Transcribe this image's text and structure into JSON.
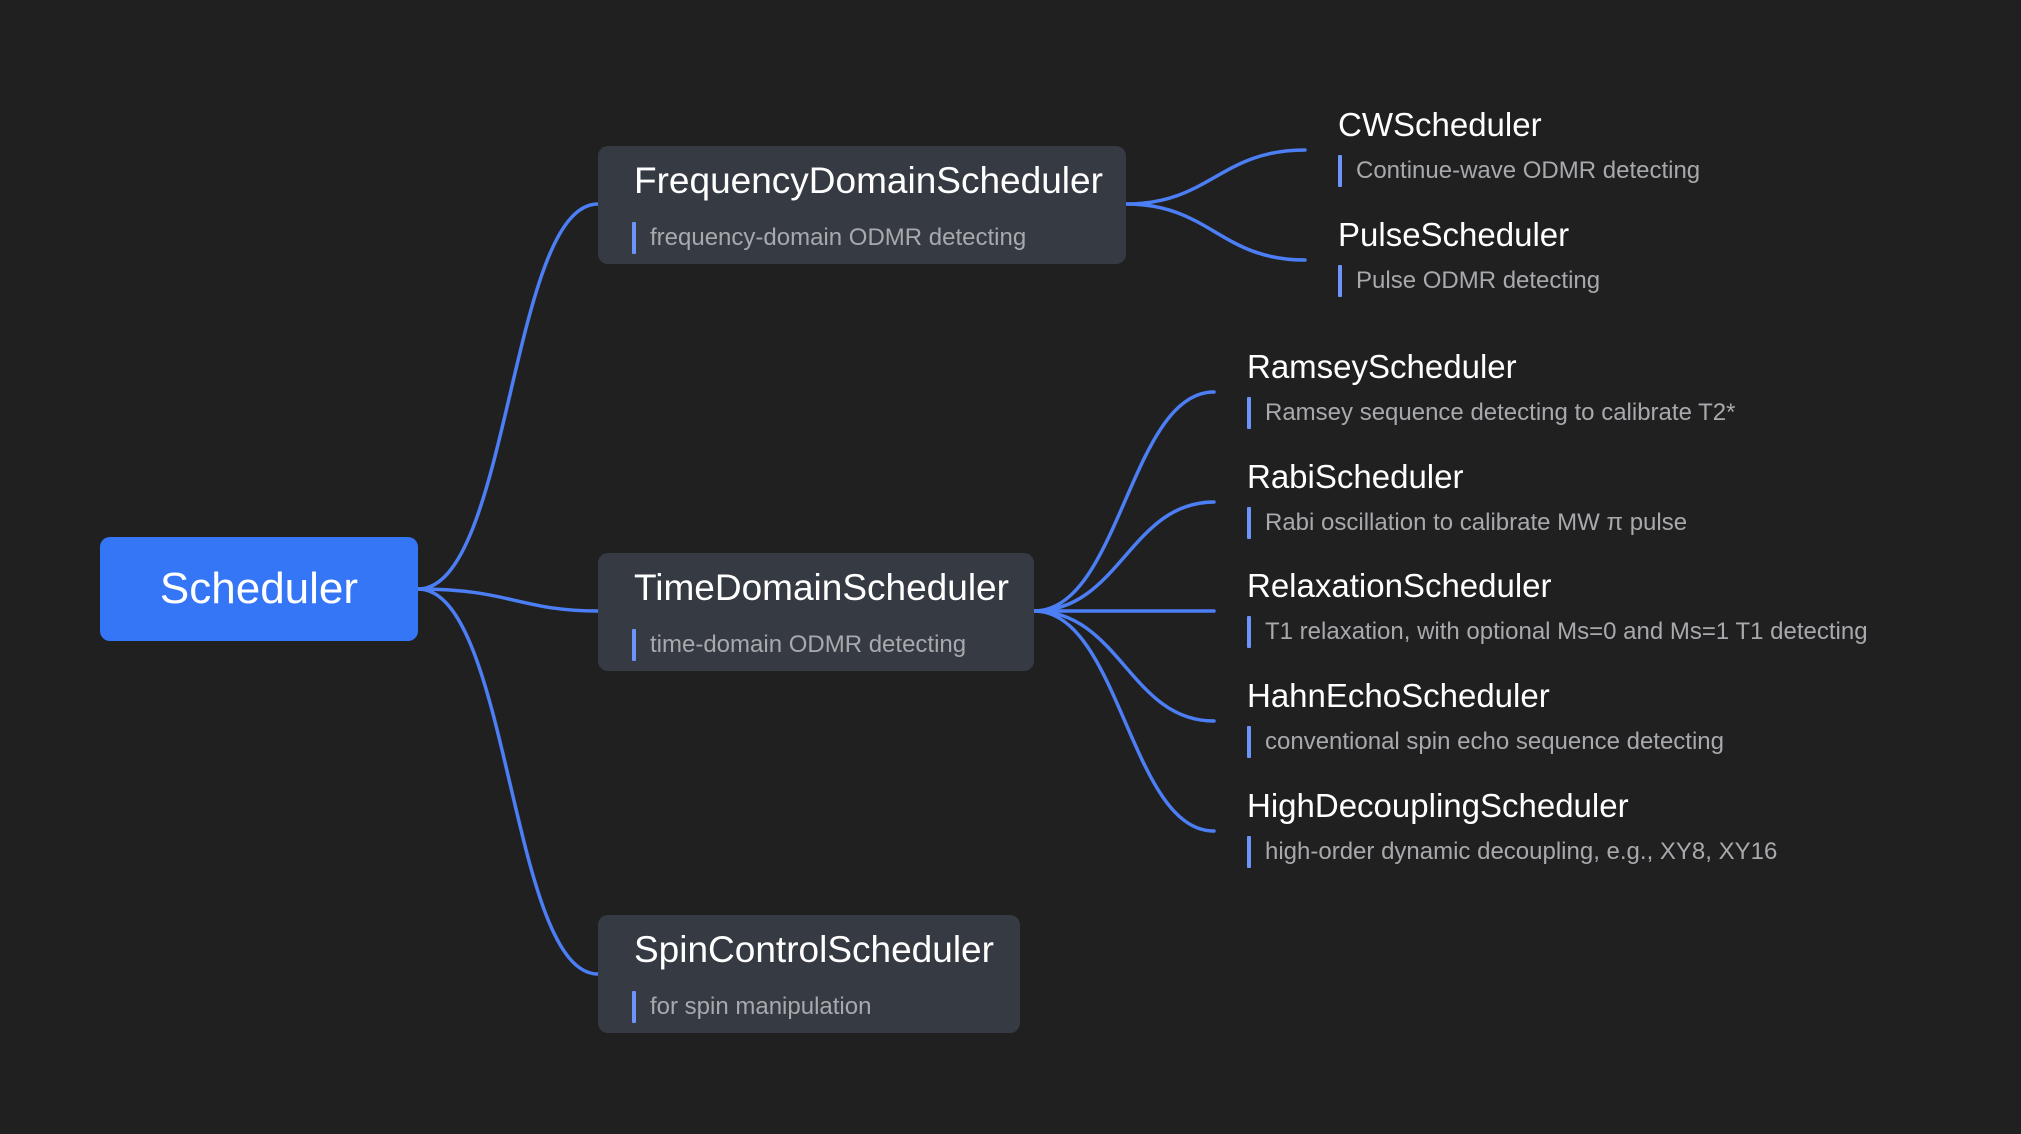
{
  "colors": {
    "background": "#202020",
    "root_fill": "#3476f6",
    "node_fill": "#363a42",
    "link": "#4c7ff5",
    "note_bar": "#6c94fb",
    "note_text": "#a7a9ad",
    "title_text": "#ffffff"
  },
  "root": {
    "label": "Scheduler"
  },
  "branches": {
    "frequency": {
      "title": "FrequencyDomainScheduler",
      "note": "frequency-domain ODMR detecting",
      "children": {
        "cw": {
          "title": "CWScheduler",
          "note": "Continue-wave ODMR detecting"
        },
        "pulse": {
          "title": "PulseScheduler",
          "note": "Pulse ODMR detecting"
        }
      }
    },
    "time": {
      "title": "TimeDomainScheduler",
      "note": "time-domain ODMR detecting",
      "children": {
        "ramsey": {
          "title": "RamseyScheduler",
          "note": "Ramsey sequence detecting to calibrate T2*"
        },
        "rabi": {
          "title": "RabiScheduler",
          "note": "Rabi oscillation to calibrate MW π pulse"
        },
        "relaxation": {
          "title": "RelaxationScheduler",
          "note": "T1 relaxation, with optional Ms=0 and Ms=1 T1 detecting"
        },
        "hahn": {
          "title": "HahnEchoScheduler",
          "note": "conventional spin echo sequence detecting"
        },
        "high": {
          "title": "HighDecouplingScheduler",
          "note": "high-order dynamic decoupling, e.g., XY8, XY16"
        }
      }
    },
    "spin": {
      "title": "SpinControlScheduler",
      "note": "for spin manipulation"
    }
  }
}
